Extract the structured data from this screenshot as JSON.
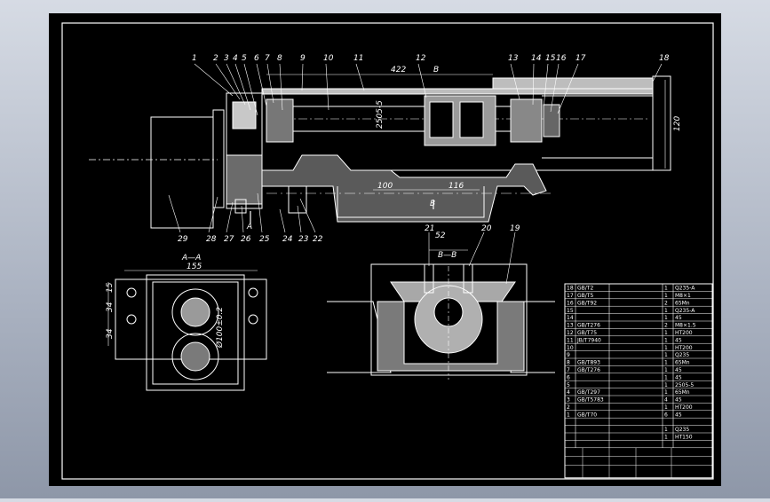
{
  "drawing": {
    "callouts_top": [
      "1",
      "2",
      "3",
      "4",
      "5",
      "6",
      "7",
      "8",
      "9",
      "10",
      "11",
      "12",
      "13",
      "14",
      "15",
      "16",
      "17",
      "18"
    ],
    "callouts_bottom": [
      "29",
      "28",
      "27",
      "26",
      "25",
      "24",
      "23",
      "22"
    ],
    "callouts_section": [
      "21",
      "20",
      "19"
    ],
    "dims": {
      "d422": "422",
      "dB_top": "B",
      "d2505": "2505-5",
      "d120": "120",
      "d100": "100",
      "d116": "116",
      "dB_bottom": "B",
      "dA": "A",
      "d155": "155",
      "d15": "15",
      "d34a": "34",
      "d34b": "34",
      "d100x": "Ø100±0.2",
      "d52": "52"
    },
    "section_labels": {
      "aa": "A—A",
      "bb": "B—B"
    }
  },
  "bom": {
    "rows": [
      [
        "18",
        "GB/T2",
        "",
        "1",
        "Q235-A"
      ],
      [
        "17",
        "GB/T5",
        "",
        "1",
        "M8×1"
      ],
      [
        "16",
        "GB/T92",
        "",
        "2",
        "65Mn"
      ],
      [
        "15",
        "",
        "",
        "1",
        "Q235-A"
      ],
      [
        "14",
        "",
        "",
        "1",
        "45"
      ],
      [
        "13",
        "GB/T276",
        "",
        "2",
        "M8×1.5"
      ],
      [
        "12",
        "GB/T75",
        "",
        "1",
        "HT200"
      ],
      [
        "11",
        "JB/T7940",
        "",
        "1",
        "45"
      ],
      [
        "10",
        "",
        "",
        "1",
        "HT200"
      ],
      [
        "9",
        "",
        "",
        "1",
        "Q235"
      ],
      [
        "8",
        "GB/T893",
        "",
        "1",
        "65Mn"
      ],
      [
        "7",
        "GB/T276",
        "",
        "1",
        "45"
      ],
      [
        "6",
        "",
        "",
        "1",
        "45"
      ],
      [
        "5",
        "",
        "",
        "1",
        "2505-5"
      ],
      [
        "4",
        "GB/T297",
        "",
        "1",
        "65Mn"
      ],
      [
        "3",
        "GB/T5783",
        "",
        "4",
        "45"
      ],
      [
        "2",
        "",
        "",
        "1",
        "HT200"
      ],
      [
        "1",
        "GB/T70",
        "",
        "6",
        "45"
      ],
      [
        "",
        "",
        "",
        "",
        ""
      ],
      [
        "",
        "",
        "",
        "1",
        "Q235"
      ],
      [
        "",
        "",
        "",
        "1",
        "HT150"
      ],
      [
        "",
        "",
        "",
        "",
        ""
      ]
    ],
    "title_cells": [
      "",
      "",
      "",
      ""
    ]
  }
}
